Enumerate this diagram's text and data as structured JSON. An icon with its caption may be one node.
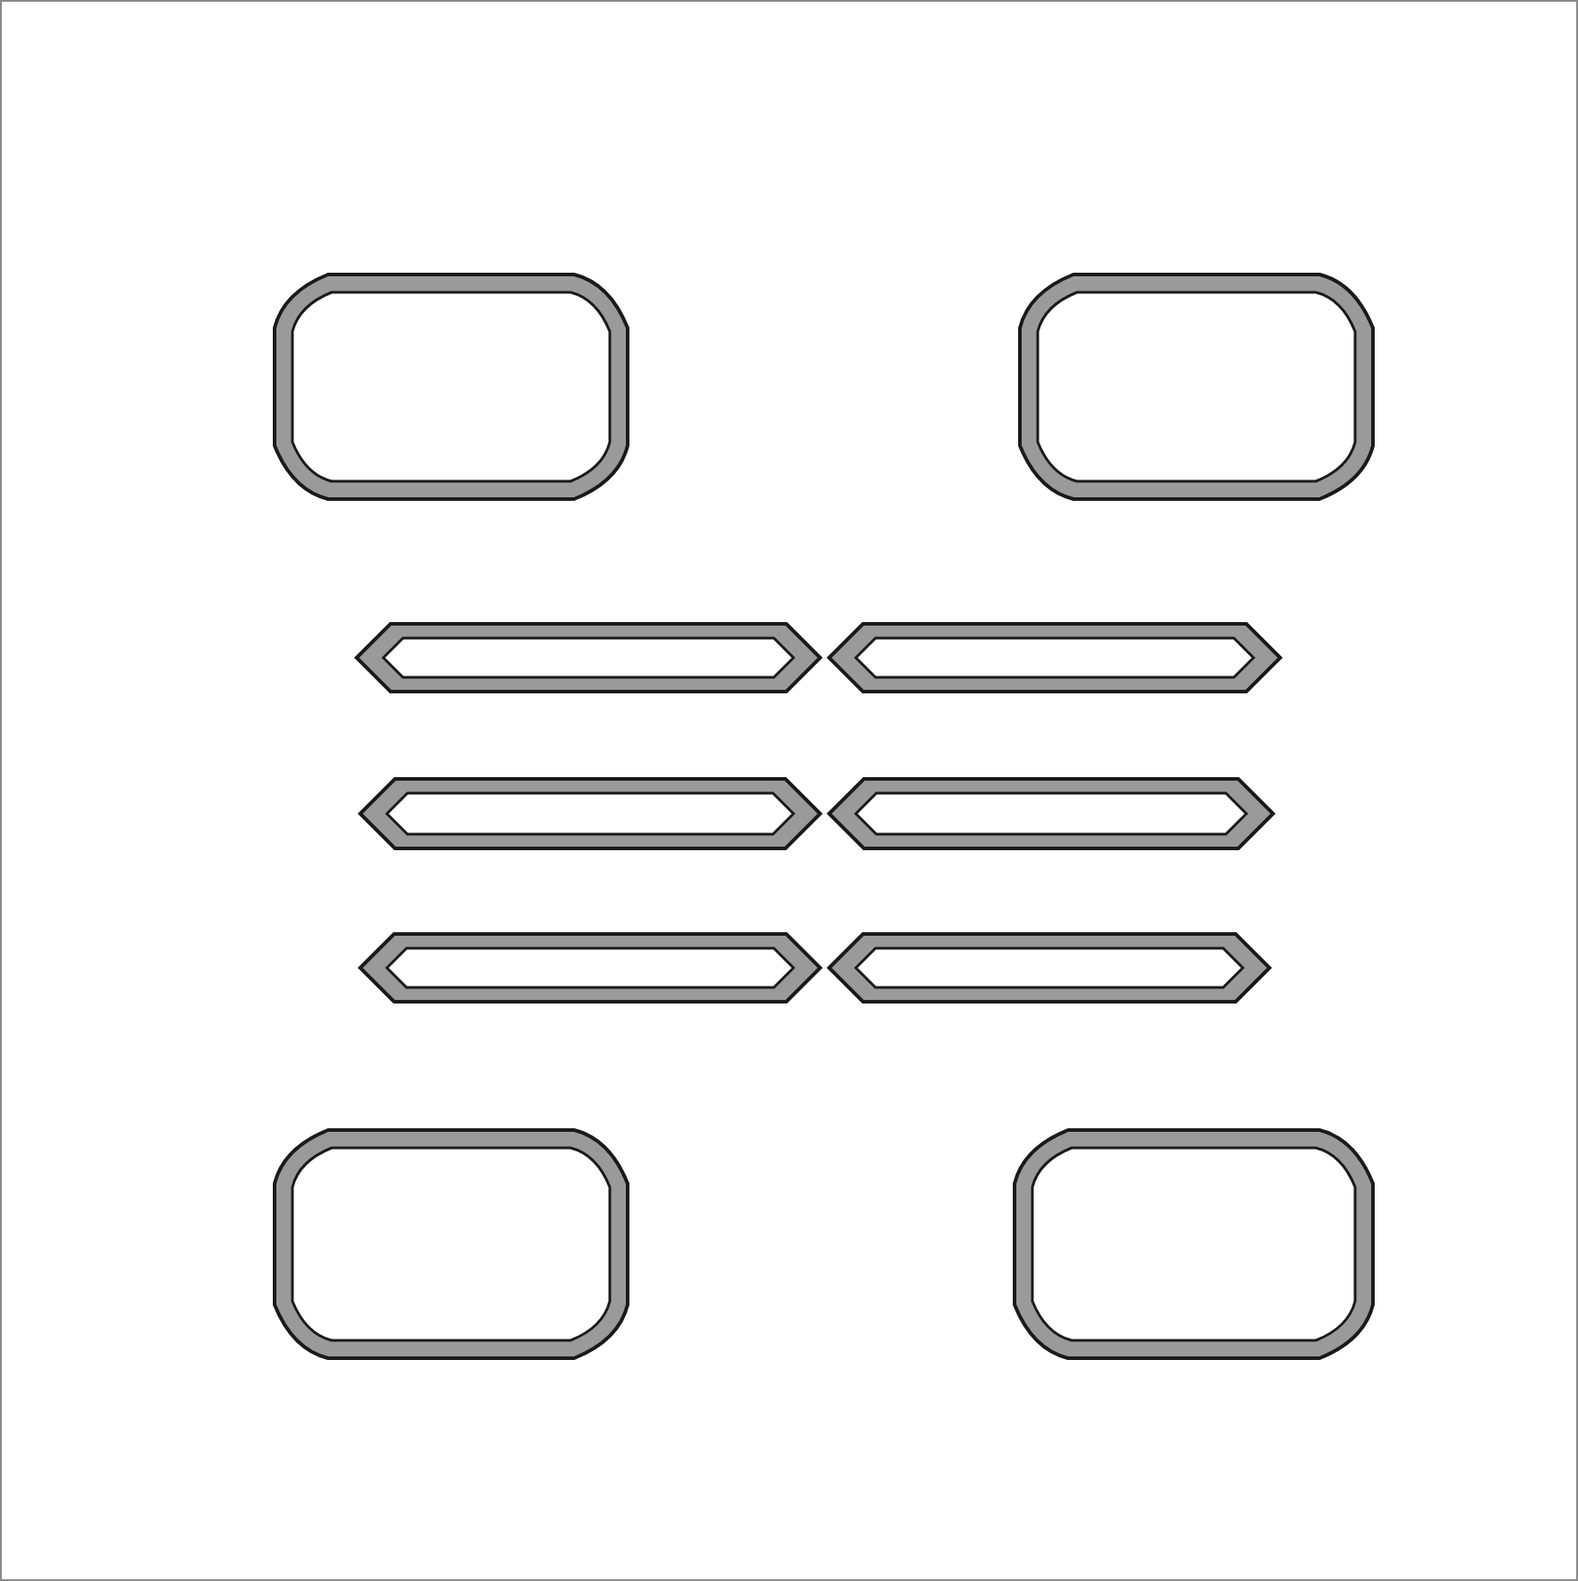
{
  "diagram": {
    "nodes": [
      {
        "text": [],
        "shape": "box"
      },
      {
        "text": [],
        "shape": "box"
      },
      {
        "text": [],
        "shape": "bar"
      },
      {
        "text": [],
        "shape": "bar"
      },
      {
        "text": [],
        "shape": "bar"
      },
      {
        "text": [],
        "shape": "bar"
      },
      {
        "text": [],
        "shape": "bar"
      },
      {
        "text": [],
        "shape": "bar"
      },
      {
        "text": [],
        "shape": "box"
      },
      {
        "text": [],
        "shape": "box"
      }
    ]
  }
}
